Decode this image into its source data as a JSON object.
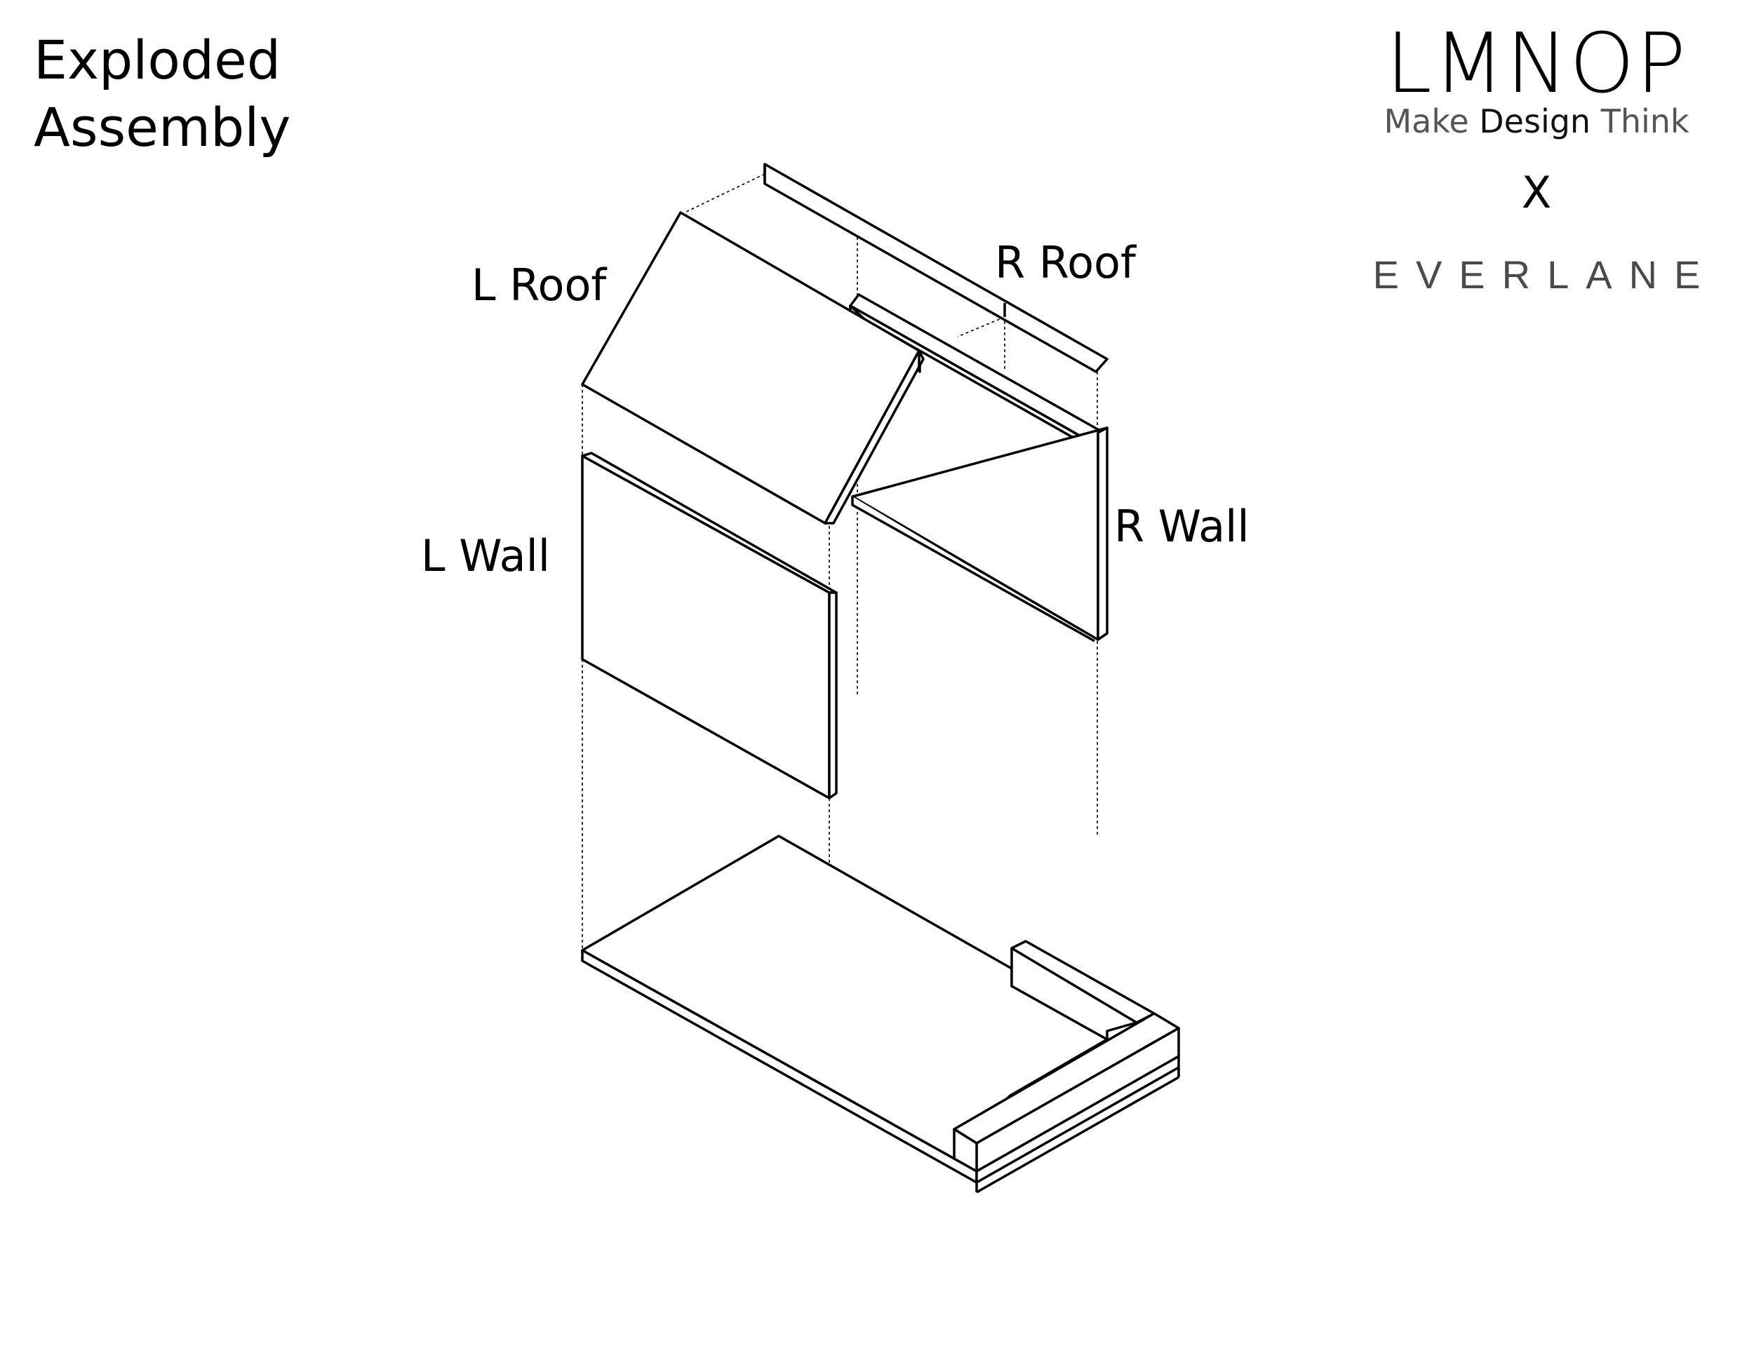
{
  "title_line1": "Exploded",
  "title_line2": "Assembly",
  "brand": {
    "name": "LMNOP",
    "tagline_left": "Make ",
    "tagline_mid": "Design",
    "tagline_right": " Think",
    "separator": "X",
    "partner": "EVERLANE"
  },
  "parts": {
    "l_roof": "L Roof",
    "r_roof": "R Roof",
    "l_wall": "L Wall",
    "r_wall": "R Wall"
  }
}
